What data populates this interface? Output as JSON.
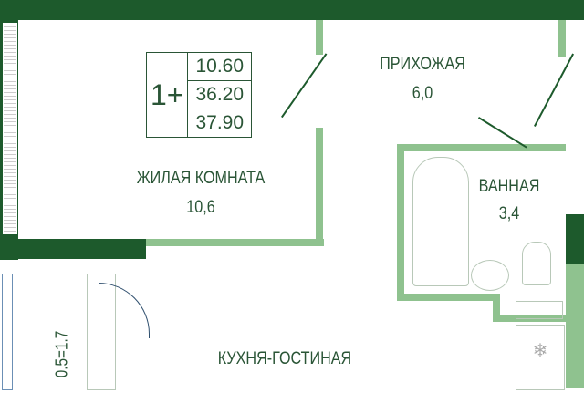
{
  "apartment": {
    "type": "1+",
    "areas": [
      "10.60",
      "36.20",
      "37.90"
    ]
  },
  "rooms": [
    {
      "name": "ЖИЛАЯ КОМНАТА",
      "area": "10,6"
    },
    {
      "name": "ПРИХОЖАЯ",
      "area": "6,0"
    },
    {
      "name": "ВАННАЯ",
      "area": "3,4"
    },
    {
      "name": "КУХНЯ-ГОСТИНАЯ"
    }
  ],
  "balcony_formula": "0.5=1.7",
  "colors": {
    "wall": "#1d5a2c",
    "partition": "#8fc28f"
  }
}
